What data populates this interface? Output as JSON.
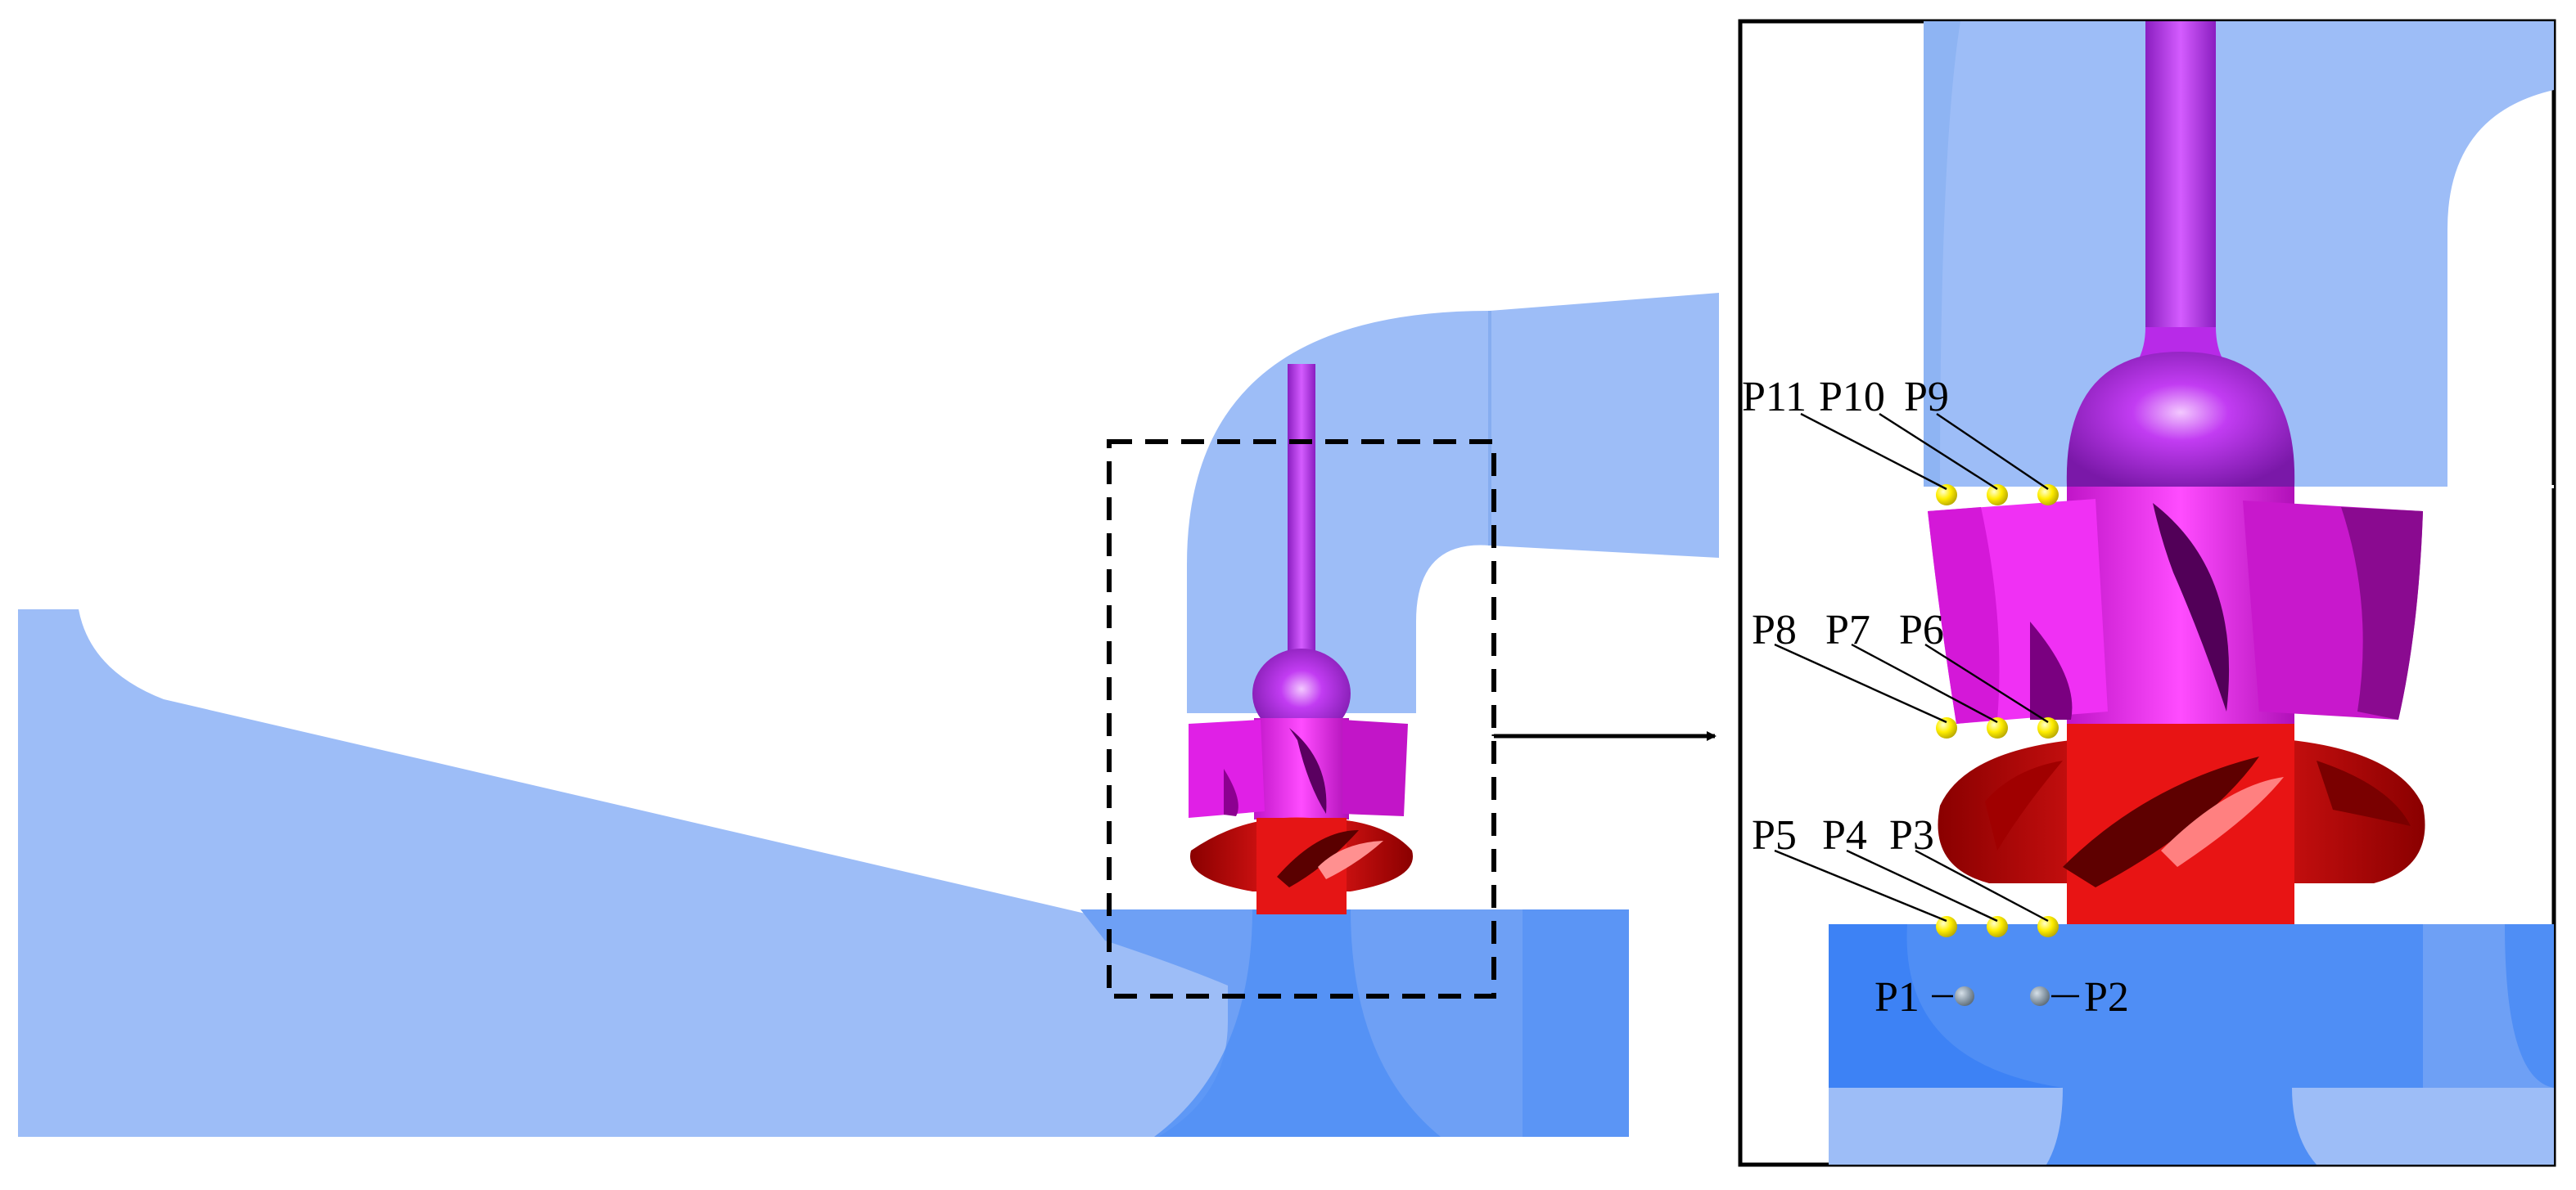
{
  "colors": {
    "water_light": "#9dbdf7",
    "water_mid": "#7aa9f2",
    "water_dark": "#4f8ef5",
    "shaft_purple": "#c030f0",
    "guide_vane_magenta": "#e020e6",
    "impeller_red": "#e01010",
    "probe_yellow": "#ffee00",
    "probe_gray": "#8a9aa8",
    "frame": "#000000"
  },
  "overview": {
    "callout": "dashed-rectangle with arrow pointing to zoomed view"
  },
  "zoom_panel": {
    "probes": {
      "p1": "P1",
      "p2": "P2",
      "p3": "P3",
      "p4": "P4",
      "p5": "P5",
      "p6": "P6",
      "p7": "P7",
      "p8": "P8",
      "p9": "P9",
      "p10": "P10",
      "p11": "P11"
    }
  }
}
